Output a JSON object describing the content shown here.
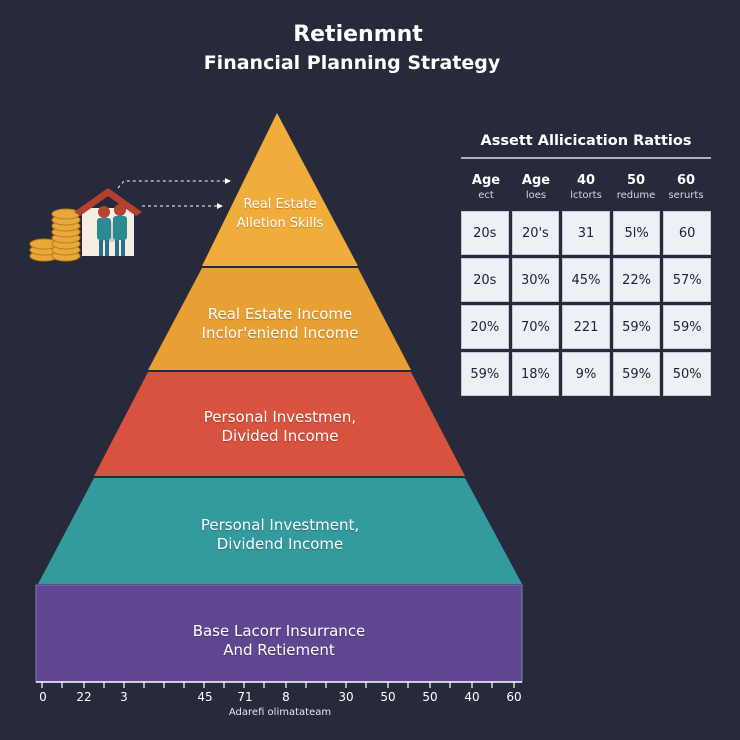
{
  "header": {
    "title": "Retienmnt",
    "subtitle": "Financial Planning Strategy"
  },
  "pyramid": {
    "layers": [
      {
        "line1": "Real Estate",
        "line2": "Alletion Skills",
        "color": "#f0ad3c"
      },
      {
        "line1": "Real Estate Income",
        "line2": "Inclor'eniend Income",
        "color": "#e59a33"
      },
      {
        "line1": "Personal Investmen,",
        "line2": "Divided Income",
        "color": "#d8533f"
      },
      {
        "line1": "Personal Investment,",
        "line2": "Dividend Income",
        "color": "#339a9e"
      },
      {
        "line1": "Base Lacorr Insurrance",
        "line2": "And Retiement",
        "color": "#5f4690"
      }
    ]
  },
  "axis": {
    "ticks": [
      "0",
      "22",
      "3",
      "45",
      "71",
      "8",
      "30",
      "50",
      "50",
      "40",
      "60"
    ],
    "label": "Adarefi olimatateam"
  },
  "table": {
    "title": "Assett Allicication Rattios",
    "headers": [
      {
        "top": "Age",
        "bottom": "ect"
      },
      {
        "top": "Age",
        "bottom": "loes"
      },
      {
        "top": "40",
        "bottom": "lctorts"
      },
      {
        "top": "50",
        "bottom": "redume"
      },
      {
        "top": "60",
        "bottom": "serurts"
      }
    ],
    "rows": [
      [
        "20s",
        "20's",
        "31",
        "5l%",
        "60"
      ],
      [
        "20s",
        "30%",
        "45%",
        "22%",
        "57%"
      ],
      [
        "20%",
        "70%",
        "221",
        "59%",
        "59%"
      ],
      [
        "59%",
        "18%",
        "9%",
        "59%",
        "50%"
      ]
    ]
  }
}
